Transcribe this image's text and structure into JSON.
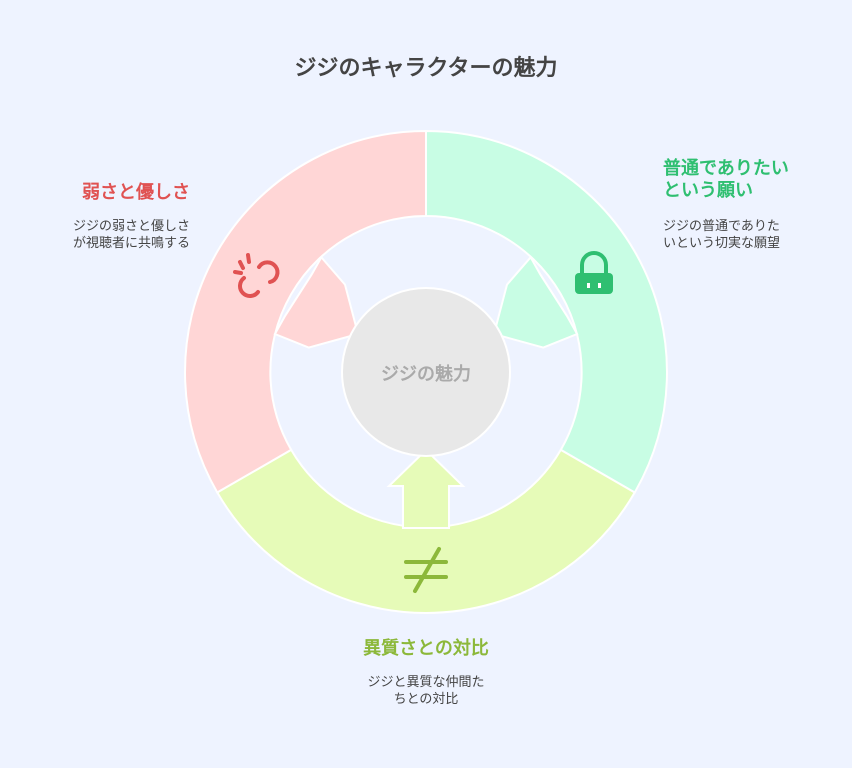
{
  "title": "ジジのキャラクターの魅力",
  "center_label": "ジジの魅力",
  "segments": [
    {
      "id": "weakness",
      "heading": "弱さと優しさ",
      "description": "ジジの弱さと優しさ\nが視聴者に共鳴する",
      "color": "#ffd6d6",
      "accent": "#e05252",
      "icon": "broken-link-icon"
    },
    {
      "id": "ordinary",
      "heading": "普通でありたい\nという願い",
      "description": "ジジの普通でありた\nいという切実な願望",
      "color": "#c8fde4",
      "accent": "#2fbf71",
      "icon": "lock-icon"
    },
    {
      "id": "difference",
      "heading": "異質さとの対比",
      "description": "ジジと異質な仲間た\nちとの対比",
      "color": "#e6fbb8",
      "accent": "#8cb83a",
      "icon": "not-equal-icon"
    }
  ],
  "colors": {
    "background": "#eef3ff",
    "center": "#e8e8e8",
    "center_text": "#aaaaaa",
    "title_text": "#444444"
  }
}
